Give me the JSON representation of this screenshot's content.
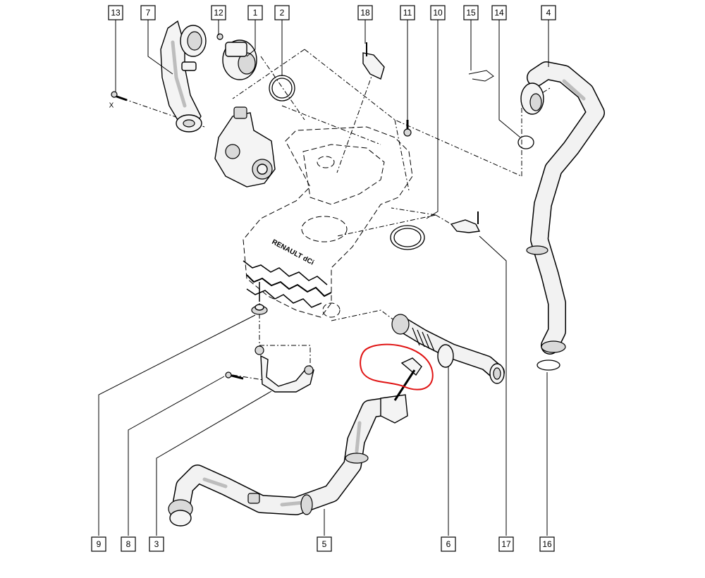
{
  "callouts": [
    {
      "id": "13",
      "label": "13"
    },
    {
      "id": "7",
      "label": "7"
    },
    {
      "id": "12",
      "label": "12"
    },
    {
      "id": "1",
      "label": "1"
    },
    {
      "id": "2",
      "label": "2"
    },
    {
      "id": "18",
      "label": "18"
    },
    {
      "id": "11",
      "label": "11"
    },
    {
      "id": "10",
      "label": "10"
    },
    {
      "id": "15",
      "label": "15"
    },
    {
      "id": "14",
      "label": "14"
    },
    {
      "id": "4",
      "label": "4"
    },
    {
      "id": "9",
      "label": "9"
    },
    {
      "id": "8",
      "label": "8"
    },
    {
      "id": "3",
      "label": "3"
    },
    {
      "id": "5",
      "label": "5"
    },
    {
      "id": "6",
      "label": "6"
    },
    {
      "id": "17",
      "label": "17"
    },
    {
      "id": "16",
      "label": "16"
    }
  ],
  "engine_cover": {
    "brand_text": "RENAULT dCi"
  },
  "markers": {
    "bolt_axis": "X"
  },
  "highlight": {
    "color": "#e01414"
  },
  "colors": {
    "line": "#000000",
    "background": "#ffffff"
  }
}
